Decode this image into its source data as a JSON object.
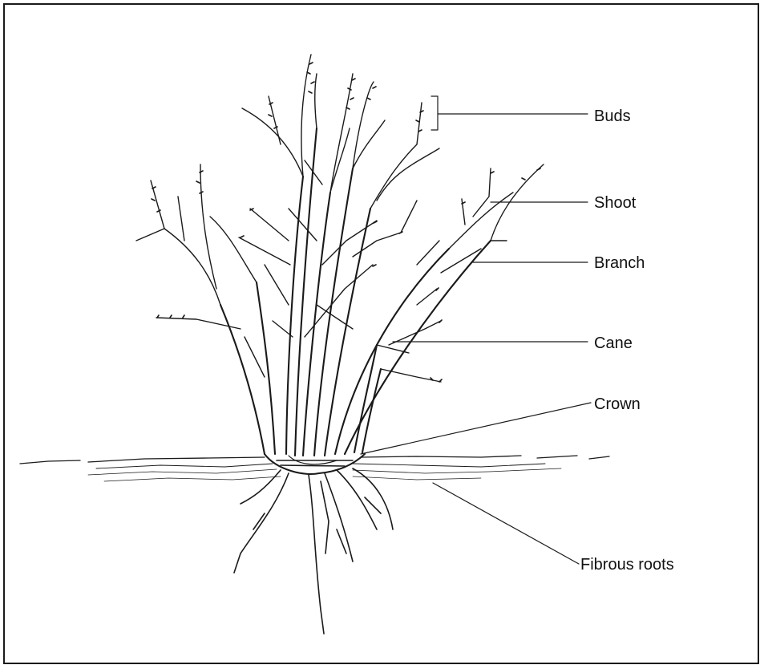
{
  "diagram": {
    "labels": {
      "buds": "Buds",
      "shoot": "Shoot",
      "branch": "Branch",
      "cane": "Cane",
      "crown": "Crown",
      "fibrous_roots": "Fibrous roots"
    },
    "colors": {
      "ink": "#1a1a1a",
      "background": "#ffffff"
    }
  }
}
